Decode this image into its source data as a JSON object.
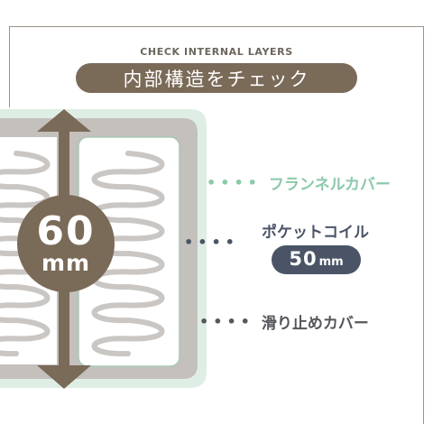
{
  "heading": {
    "english": "CHECK INTERNAL LAYERS",
    "japanese": "内部構造をチェック"
  },
  "thickness": {
    "value": "60",
    "unit": "mm"
  },
  "layers": {
    "top_cover": "フランネルカバー",
    "coil": "ポケットコイル",
    "bottom_cover": "滑り止めカバー"
  },
  "coil_size": {
    "value": "50",
    "unit": "mm"
  },
  "leader_dots": "••••",
  "colors": {
    "brown": "#7a6a58",
    "mint": "#8cc9a9",
    "slate": "#4b5467",
    "frame": "#9c9484"
  }
}
